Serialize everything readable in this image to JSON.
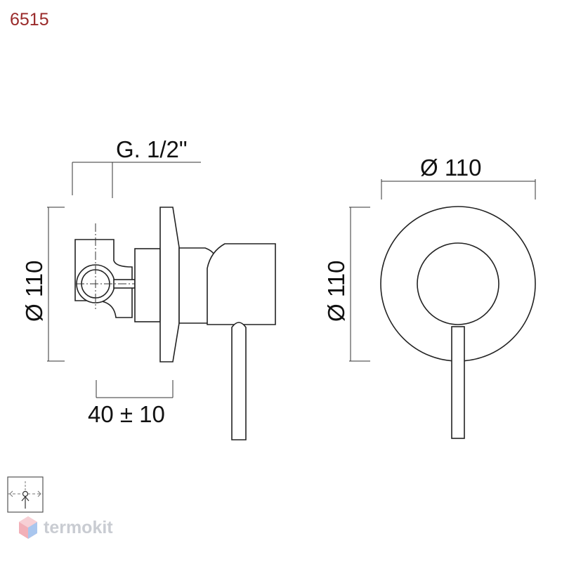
{
  "product_code": "6515",
  "side_view": {
    "thread_label": "G. 1/2\"",
    "height_label": "Ø 110",
    "depth_label": "40 ± 10"
  },
  "front_view": {
    "width_label": "Ø 110",
    "height_label": "Ø 110"
  },
  "installation_icon": "wall-mount-arrow-icon",
  "watermark_text": "termokit",
  "colors": {
    "product_code": "#9a2a2a",
    "line": "#222222",
    "watermark": "#c9ccd2"
  }
}
